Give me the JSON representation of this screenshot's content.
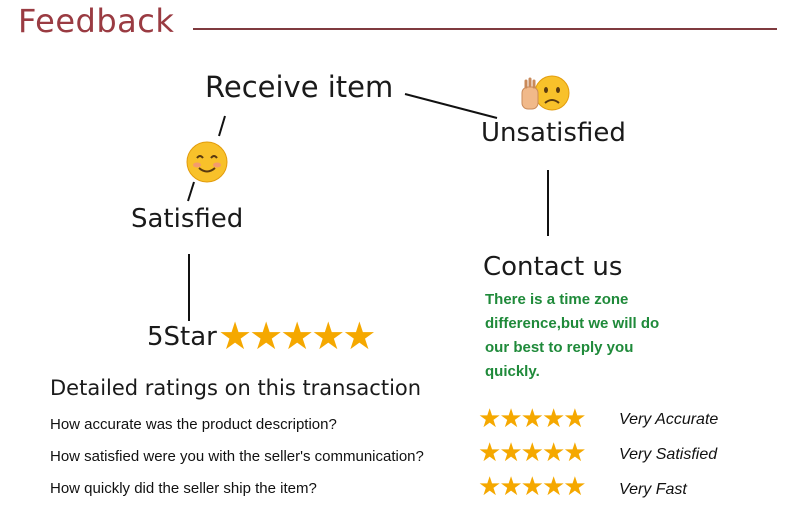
{
  "header": {
    "title": "Feedback"
  },
  "flow": {
    "receive": "Receive item",
    "unsatisfied": "Unsatisfied",
    "satisfied": "Satisfied",
    "contact": "Contact us",
    "contact_note": "There is a time zone difference,but we will do our best to reply you quickly.",
    "five_star": "5Star",
    "unsatisfied_emoji": "raised-hand-frowning-face-icon",
    "satisfied_emoji": "smiling-face-icon"
  },
  "colors": {
    "title": "#9a3b42",
    "note": "#1f8a3a",
    "star": "#f5a800"
  },
  "ratings": {
    "heading": "Detailed ratings on this transaction",
    "items": [
      {
        "question": "How accurate was the product description?",
        "stars": 5,
        "label": "Very Accurate"
      },
      {
        "question": "How satisfied were you with the seller's communication?",
        "stars": 5,
        "label": "Very Satisfied"
      },
      {
        "question": "How quickly did the seller ship the item?",
        "stars": 5,
        "label": "Very Fast"
      }
    ],
    "overall_stars": 5
  }
}
